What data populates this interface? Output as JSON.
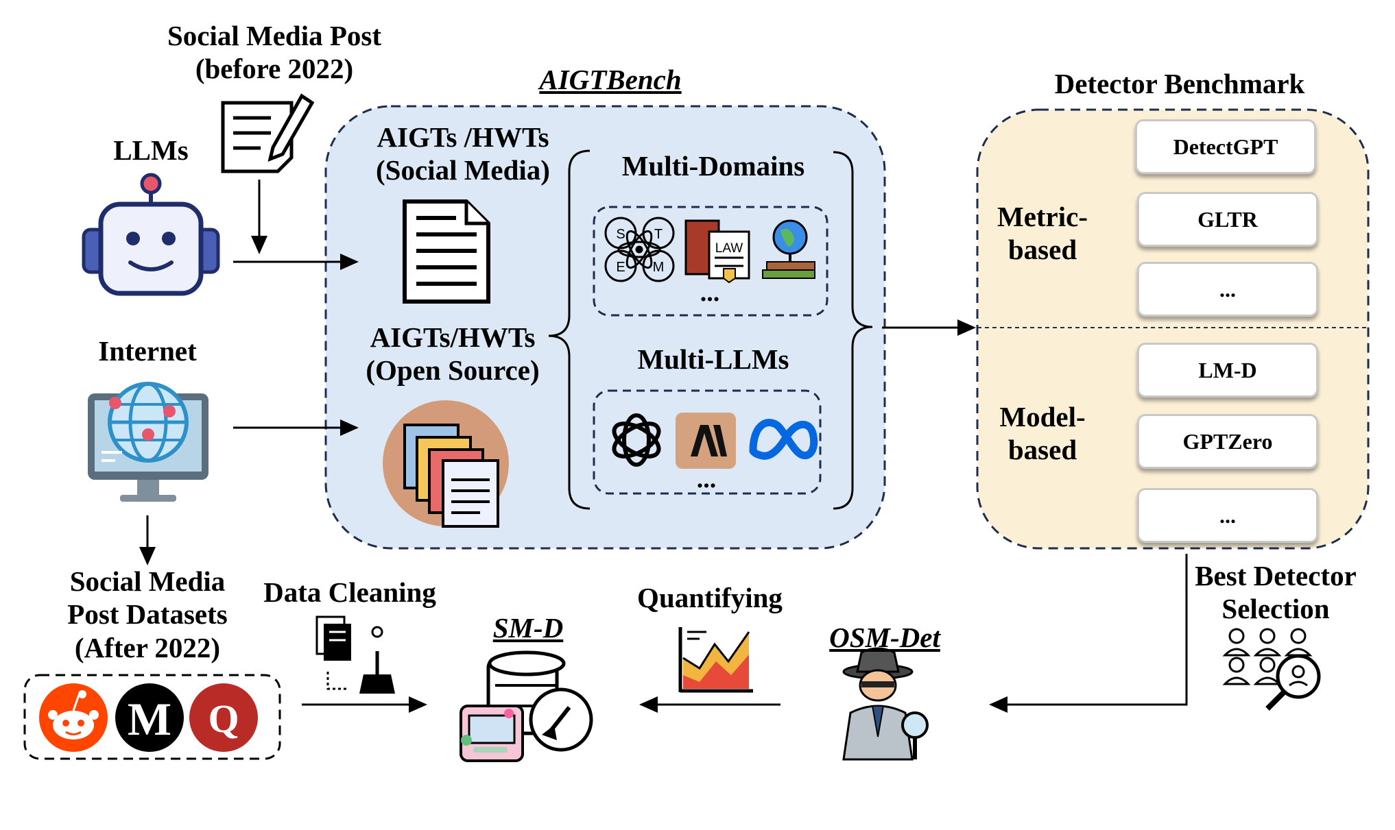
{
  "title_aigtbench": "AIGTBench",
  "title_detector_benchmark": "Detector Benchmark",
  "llms_label": "LLMs",
  "internet_label": "Internet",
  "social_post_before": [
    "Social Media Post",
    "(before 2022)"
  ],
  "aigt_social": [
    "AIGTs /HWTs",
    "(Social Media)"
  ],
  "aigt_open": [
    "AIGTs/HWTs",
    "(Open Source)"
  ],
  "multi_domains": "Multi-Domains",
  "multi_llms": "Multi-LLMs",
  "ellipsis": "...",
  "metric_based": [
    "Metric-",
    "based"
  ],
  "model_based": [
    "Model-",
    "based"
  ],
  "metric_detectors": [
    "DetectGPT",
    "GLTR",
    "..."
  ],
  "model_detectors": [
    "LM-D",
    "GPTZero",
    "..."
  ],
  "best_detector": [
    "Best Detector",
    "Selection"
  ],
  "social_datasets": [
    "Social Media",
    "Post Datasets",
    "(After 2022)"
  ],
  "data_cleaning": "Data Cleaning",
  "smd": "SM-D",
  "quantifying": "Quantifying",
  "osm_det": "OSM-Det",
  "stem_letters": [
    "S",
    "T",
    "E",
    "M"
  ],
  "law_text": "LAW",
  "platform_letters": [
    "M",
    "Q"
  ],
  "colors": {
    "aigt_panel": "#dce8f5",
    "detector_panel": "#fbf0d6",
    "reddit": "#ff4500",
    "quora": "#b92b27",
    "anthropic": "#d4a27f",
    "meta": "#0668e1"
  }
}
